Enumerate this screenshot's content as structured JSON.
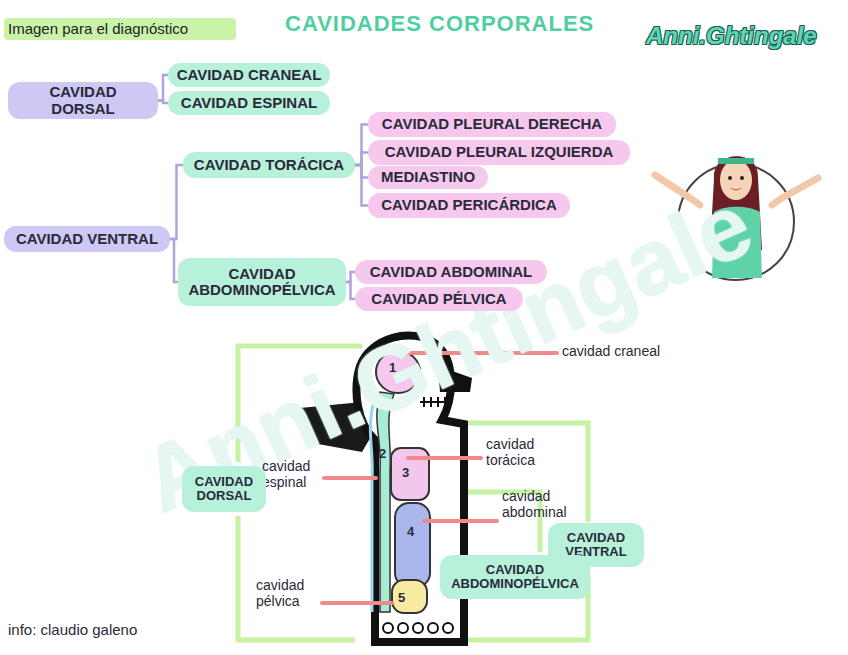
{
  "diagram": {
    "title": "CAVIDADES CORPORALES",
    "nodes": [
      {
        "text": [
          "CAVIDAD DORSAL"
        ]
      },
      {
        "text": [
          "CAVIDAD CRANEAL"
        ]
      },
      {
        "text": [
          "CAVIDAD ESPINAL"
        ]
      },
      {
        "text": [
          "CAVIDAD VENTRAL"
        ]
      },
      {
        "text": [
          "CAVIDAD TORÁCICA"
        ]
      },
      {
        "text": [
          "CAVIDAD PLEURAL DERECHA"
        ]
      },
      {
        "text": [
          "CAVIDAD PLEURAL IZQUIERDA"
        ]
      },
      {
        "text": [
          "MEDIASTINO"
        ]
      },
      {
        "text": [
          "CAVIDAD PERICÁRDICA"
        ]
      },
      {
        "text": [
          "CAVIDAD ABDOMINOPÉLVICA"
        ]
      },
      {
        "text": [
          "CAVIDAD ABDOMINAL"
        ]
      },
      {
        "text": [
          "CAVIDAD PÉLVICA"
        ]
      },
      {
        "text": [
          "CAVIDAD DORSAL"
        ]
      },
      {
        "text": [
          "CAVIDAD VENTRAL"
        ]
      },
      {
        "text": [
          "CAVIDAD ABDOMINOPÉLVICA"
        ]
      }
    ],
    "edges": [
      {
        "from": 0,
        "to": 1,
        "arrow": "none"
      },
      {
        "from": 0,
        "to": 2,
        "arrow": "none"
      },
      {
        "from": 3,
        "to": 4,
        "arrow": "none"
      },
      {
        "from": 3,
        "to": 9,
        "arrow": "none"
      },
      {
        "from": 4,
        "to": 5,
        "arrow": "none"
      },
      {
        "from": 4,
        "to": 6,
        "arrow": "none"
      },
      {
        "from": 4,
        "to": 7,
        "arrow": "none"
      },
      {
        "from": 4,
        "to": 8,
        "arrow": "none"
      },
      {
        "from": 9,
        "to": 10,
        "arrow": "none"
      },
      {
        "from": 9,
        "to": 11,
        "arrow": "none"
      }
    ],
    "labels": [
      "Anni.Ghtingale",
      "Imagen para el diagnóstico",
      "Anni.Ghtingale",
      "1",
      "2",
      "3",
      "4",
      "5",
      "cavidad craneal",
      "cavidad espinal",
      "cavidad torácica",
      "cavidad abdominal",
      "cavidad pélvica",
      "info: claudio galeno"
    ]
  }
}
